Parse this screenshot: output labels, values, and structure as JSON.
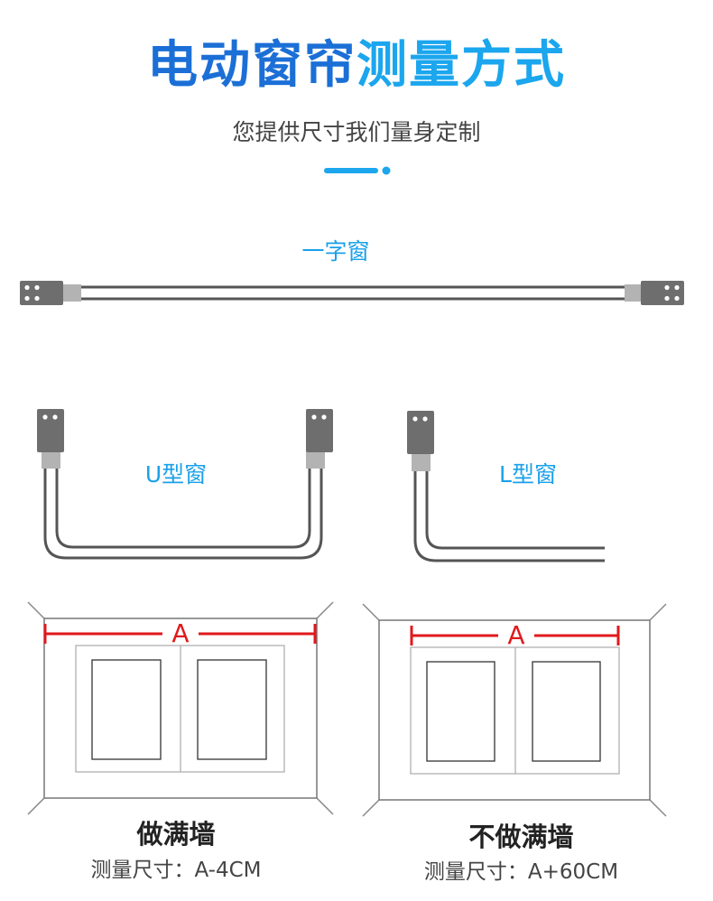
{
  "header": {
    "title_part1": "电动窗帘",
    "title_part2": "测量方式",
    "subtitle": "您提供尺寸我们量身定制"
  },
  "tracks": {
    "straight_label": "一字窗",
    "u_label": "U型窗",
    "l_label": "L型窗"
  },
  "walls": {
    "full": {
      "measure_letter": "A",
      "caption": "做满墙",
      "formula": "测量尺寸：A-4CM"
    },
    "not_full": {
      "measure_letter": "A",
      "caption": "不做满墙",
      "formula": "测量尺寸：A+60CM"
    }
  },
  "colors": {
    "title_dark_blue": "#1b6fd6",
    "title_light_blue": "#1ba6ee",
    "label_blue": "#1aa0ea",
    "track_gray": "#555555",
    "measure_red": "#e0191c"
  }
}
